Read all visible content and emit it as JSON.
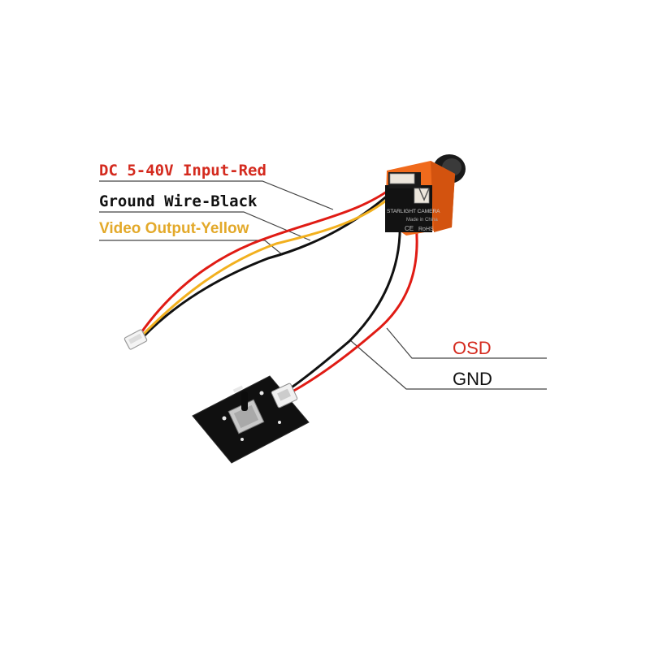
{
  "labels": {
    "power": {
      "text": "DC 5-40V Input-Red"
    },
    "ground": {
      "text": "Ground Wire-Black"
    },
    "video": {
      "text": "Video Output-Yellow"
    },
    "osd": {
      "text": "OSD"
    },
    "gnd": {
      "text": "GND"
    }
  },
  "camera": {
    "model_text": "STARLIGHT CAMERA",
    "origin_text": "Made in China",
    "cert_text": "CE",
    "rohs_text": "RoHS"
  },
  "colors": {
    "power_label": "#d42a1e",
    "ground_label": "#111111",
    "video_label": "#e3a92a",
    "osd_label": "#d42a1e",
    "gnd_label": "#111111",
    "wire_red": "#e01b14",
    "wire_black": "#111111",
    "wire_yellow": "#f2b01e",
    "camera_orange": "#f06a1c",
    "leader_line": "#444444"
  },
  "icons": {
    "camera": "fpv-camera-icon",
    "osd_board": "joystick-board-icon",
    "connector": "jst-connector-icon"
  }
}
